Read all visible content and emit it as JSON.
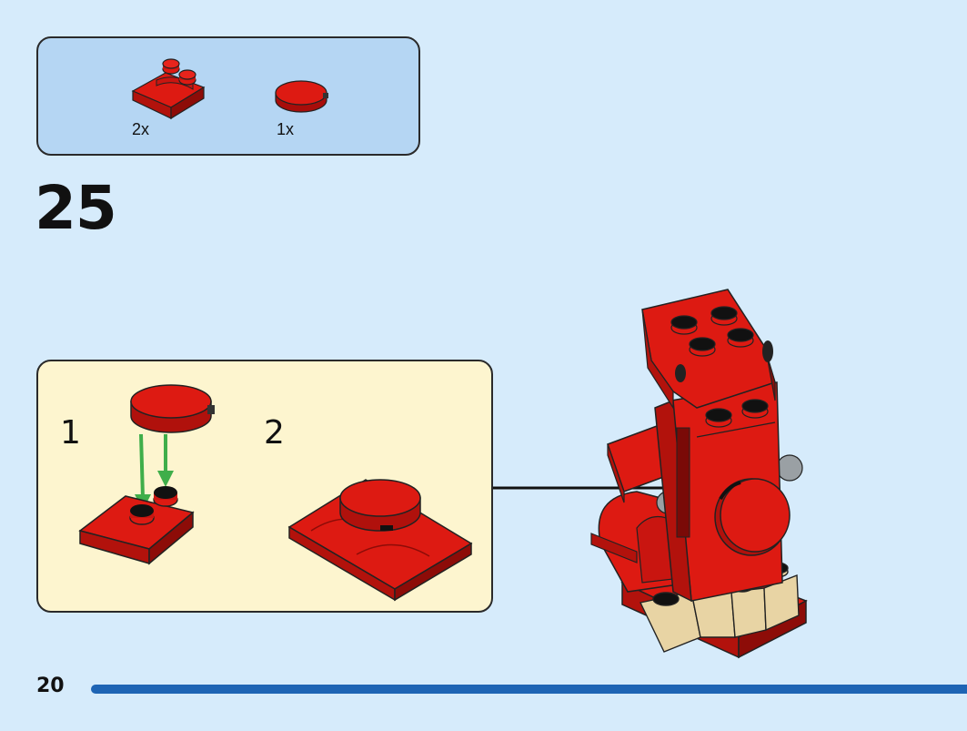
{
  "parts_list": {
    "items": [
      {
        "icon": "red-slope-plate-icon",
        "quantity": "2x"
      },
      {
        "icon": "red-round-tile-icon",
        "quantity": "1x"
      }
    ]
  },
  "step": {
    "number": "25"
  },
  "sub_steps": [
    {
      "label": "1"
    },
    {
      "label": "2"
    }
  ],
  "footer": {
    "page_number": "20",
    "progress": 1.0
  },
  "colors": {
    "background": "#d6ebfb",
    "parts_box": "#b5d6f3",
    "substep_box": "#fdf5cf",
    "brick_red": "#dd1a12",
    "brick_red_dark": "#a80d0a",
    "tan": "#e8d4a4",
    "arrow_green": "#3fae4a",
    "progress_blue": "#1e64b4"
  }
}
